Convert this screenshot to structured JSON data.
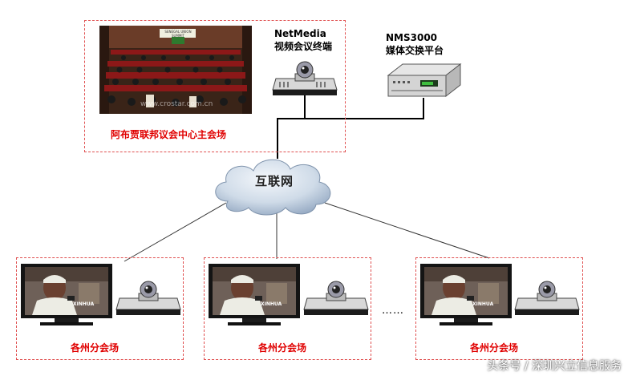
{
  "main_site": {
    "label": "阿布贾联邦议会中心主会场",
    "terminal": {
      "name": "NetMedia",
      "desc": "视频会议终端"
    },
    "photo_watermark": "www.crostar.com.cn",
    "banner_text": "SENEGAL UNION SUMMIT"
  },
  "platform": {
    "name": "NMS3000",
    "desc": "媒体交换平台"
  },
  "cloud": {
    "label": "互联网"
  },
  "branches": [
    {
      "label": "各州分会场",
      "screen_logo": "XINHUA"
    },
    {
      "label": "各州分会场",
      "screen_logo": "XINHUA"
    },
    {
      "label": "各州分会场",
      "screen_logo": "XINHUA"
    }
  ],
  "ellipsis": "……",
  "watermark": "头条号 / 深圳兴立信息服务",
  "colors": {
    "dash": "#e05050",
    "label_red": "#e00000",
    "line": "#000000"
  }
}
